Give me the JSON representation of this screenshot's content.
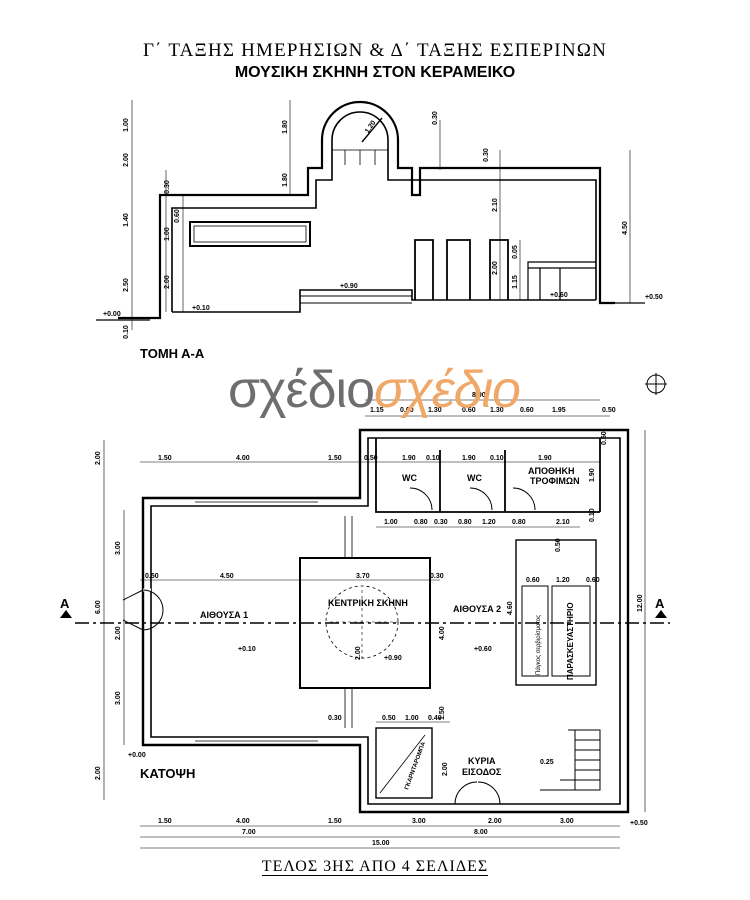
{
  "header": {
    "title": "Γ΄ ΤΑΞΗΣ ΗΜΕΡΗΣΙΩΝ & Δ΄ ΤΑΞΗΣ ΕΣΠΕΡΙΝΩΝ",
    "subtitle": "ΜΟΥΣΙΚΗ ΣΚΗΝΗ ΣΤΟΝ ΚΕΡΑΜΕΙΚΟ"
  },
  "section": {
    "label": "ΤΟΜΗ Α-Α",
    "dims_left": [
      "1.00",
      "2.00",
      "1.40",
      "2.50",
      "0.10"
    ],
    "dims_inner": [
      "0.30",
      "1.00",
      "0.60",
      "2.00"
    ],
    "dims_dome": [
      "1.80",
      "1.80",
      "1.20",
      "0.30"
    ],
    "dims_mid": [
      "0.30",
      "2.10",
      "2.00",
      "0.05",
      "1.15"
    ],
    "dim_right": "4.50",
    "levels": [
      "+0.00",
      "+0.10",
      "+0.90",
      "+0.60",
      "+0.50"
    ]
  },
  "watermark": {
    "part1": "σχέδιο",
    "part2": "σχέδιο"
  },
  "plan": {
    "label": "ΚΑΤΟΨΗ",
    "rooms": {
      "hall1": "ΑΙΘΟΥΣΑ 1",
      "stage": "ΚΕΝΤΡΙΚΗ ΣΚΗΝΗ",
      "hall2": "ΑΙΘΟΥΣΑ 2",
      "wc1": "WC",
      "wc2": "WC",
      "storage1": "ΑΠΟΘΗΚΗ",
      "storage2": "ΤΡΟΦΙΜΩΝ",
      "entrance1": "ΚΥΡΙΑ",
      "entrance2": "ΕΙΣΟΔΟΣ",
      "kiosk": "ΠΑΡΑΣΚΕΥΑΣΤΗΡΙΟ",
      "fridge": "Πάγκος σερβιρίσματος",
      "ticket": "ΓΚΑΡΝΤΑΡΟΜΠΑ"
    },
    "section_mark": "Α",
    "top_dims": [
      "8.00",
      "1.15",
      "0.60",
      "1.30",
      "0.60",
      "1.30",
      "0.60",
      "1.95",
      "0.50"
    ],
    "upper_dims": [
      "1.50",
      "4.00",
      "1.50",
      "0.50",
      "1.90",
      "0.10",
      "1.90",
      "0.10",
      "1.90"
    ],
    "mid_dims": [
      "1.00",
      "0.80",
      "0.30",
      "0.80",
      "1.20",
      "0.80",
      "2.10"
    ],
    "inner_dims": [
      "0.50",
      "4.50",
      "3.70",
      "0.30",
      "0.60",
      "1.20",
      "0.60",
      "0.50"
    ],
    "stage_dims": [
      "4.00",
      "2.00",
      "4.60",
      "1.50",
      "0.25"
    ],
    "lower_dims": [
      "0.30",
      "0.50",
      "1.00",
      "0.40",
      "2.00"
    ],
    "left_dims": [
      "2.00",
      "3.00",
      "6.00",
      "2.00",
      "3.00",
      "2.00"
    ],
    "right_dims": [
      "0.50",
      "1.90",
      "0.10",
      "12.00"
    ],
    "bottom1": [
      "1.50",
      "4.00",
      "1.50",
      "3.00",
      "2.00",
      "3.00"
    ],
    "bottom2": [
      "7.00",
      "8.00"
    ],
    "bottom3": "15.00",
    "levels": [
      "+0.00",
      "+0.10",
      "+0.90",
      "+0.60",
      "+0.50"
    ]
  },
  "footer": "ΤΕΛΟΣ 3ΗΣ ΑΠΟ 4 ΣΕΛΙΔΕΣ"
}
